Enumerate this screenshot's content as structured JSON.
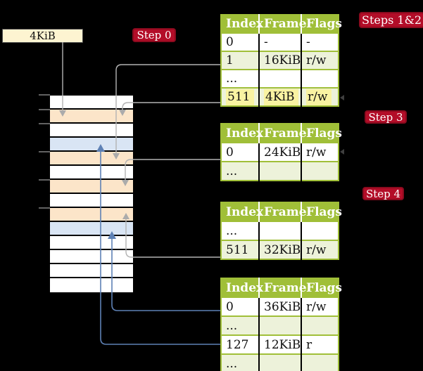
{
  "legend_box": {
    "label": "4KiB"
  },
  "badges": {
    "step0": "Step 0",
    "steps12": "Steps 1&2",
    "step3": "Step 3",
    "step4": "Step 4"
  },
  "memory_column": {
    "rows": [
      {
        "kind": "free"
      },
      {
        "kind": "table"
      },
      {
        "kind": "free"
      },
      {
        "kind": "page"
      },
      {
        "kind": "table"
      },
      {
        "kind": "free"
      },
      {
        "kind": "table"
      },
      {
        "kind": "free"
      },
      {
        "kind": "table"
      },
      {
        "kind": "page"
      },
      {
        "kind": "free"
      },
      {
        "kind": "free"
      },
      {
        "kind": "free"
      },
      {
        "kind": "free"
      }
    ]
  },
  "tables": [
    {
      "id": "steps12",
      "headers": [
        "Index",
        "Frame",
        "Flags"
      ],
      "rows": [
        {
          "cells": [
            "0",
            "-",
            "-"
          ],
          "shaded": false,
          "highlight": false
        },
        {
          "cells": [
            "1",
            "16KiB",
            "r/w"
          ],
          "shaded": true,
          "highlight": false
        },
        {
          "cells": [
            "...",
            "",
            ""
          ],
          "shaded": false,
          "highlight": false
        },
        {
          "cells": [
            "511",
            "4KiB",
            "r/w"
          ],
          "shaded": true,
          "highlight": true
        }
      ]
    },
    {
      "id": "step3",
      "headers": [
        "Index",
        "Frame",
        "Flags"
      ],
      "rows": [
        {
          "cells": [
            "0",
            "24KiB",
            "r/w"
          ],
          "shaded": false,
          "highlight": false
        },
        {
          "cells": [
            "...",
            "",
            ""
          ],
          "shaded": true,
          "highlight": false
        }
      ]
    },
    {
      "id": "step4",
      "headers": [
        "Index",
        "Frame",
        "Flags"
      ],
      "rows": [
        {
          "cells": [
            "...",
            "",
            ""
          ],
          "shaded": false,
          "highlight": false
        },
        {
          "cells": [
            "511",
            "32KiB",
            "r/w"
          ],
          "shaded": true,
          "highlight": false
        }
      ]
    },
    {
      "id": "final",
      "headers": [
        "Index",
        "Frame",
        "Flags"
      ],
      "rows": [
        {
          "cells": [
            "0",
            "36KiB",
            "r/w"
          ],
          "shaded": false,
          "highlight": false
        },
        {
          "cells": [
            "...",
            "",
            ""
          ],
          "shaded": true,
          "highlight": false
        },
        {
          "cells": [
            "127",
            "12KiB",
            "r"
          ],
          "shaded": false,
          "highlight": false
        },
        {
          "cells": [
            "...",
            "",
            ""
          ],
          "shaded": true,
          "highlight": false
        }
      ]
    }
  ],
  "colors": {
    "background": "#000000",
    "table_header_green": "#a0bf38",
    "table_shaded_row": "#edf2da",
    "highlight_yellow": "#f9f3a2",
    "badge_red": "#b30d28",
    "root_box_cream": "#fdf4d1",
    "gray_arrow": "#b3b3b3",
    "blue_arrow": "#5e81b5",
    "row_kinds": {
      "free": "#ffffff",
      "table": "#fce5c9",
      "page": "#d9e5f4"
    }
  }
}
